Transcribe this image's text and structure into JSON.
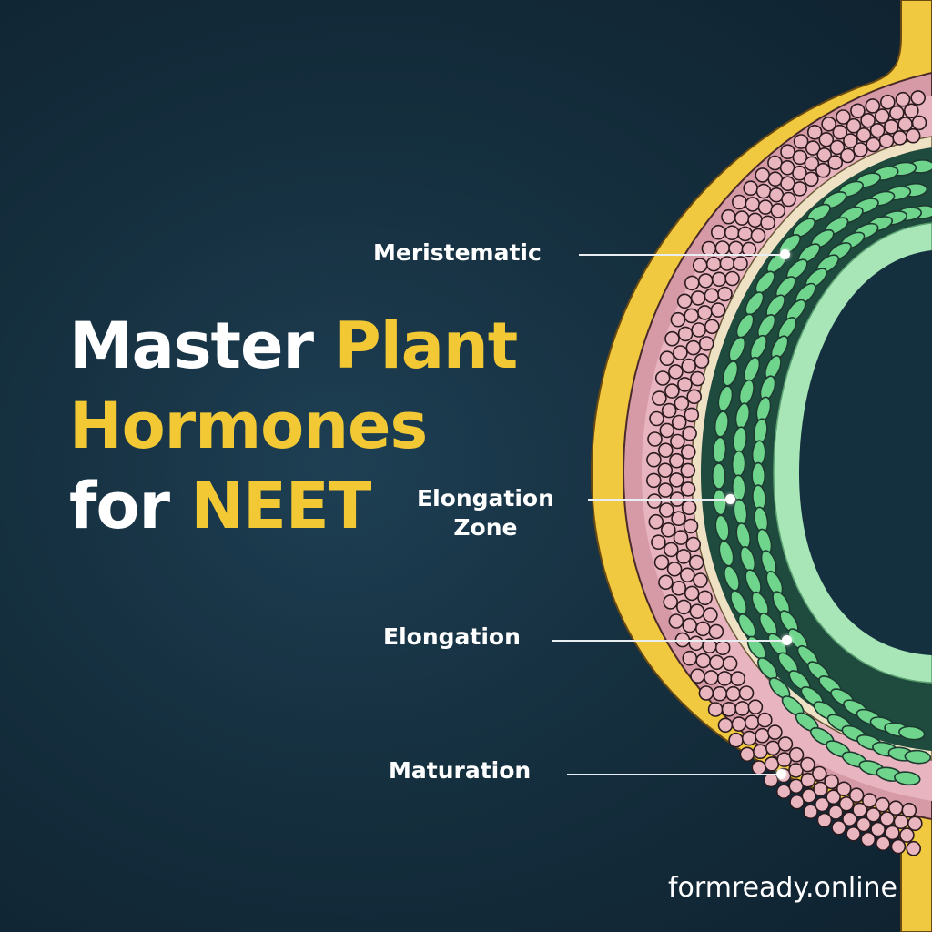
{
  "headline": {
    "line1_plain": "Master ",
    "line1_highlight": "Plant",
    "line2_highlight": "Hormones",
    "line3_plain": "for ",
    "line3_highlight": "NEET"
  },
  "diagram": {
    "subject": "root cross-section zones",
    "labels": [
      {
        "id": "meristematic",
        "text": "Meristematic"
      },
      {
        "id": "elongation-zone",
        "text": "Elongation Zone",
        "line1": "Elongation",
        "line2": "Zone"
      },
      {
        "id": "elongation",
        "text": "Elongation"
      },
      {
        "id": "maturation",
        "text": "Maturation"
      }
    ],
    "colors": {
      "background": "#15303f",
      "outer_layer": "#f0c940",
      "cortex_cells": "#dba5b0",
      "vascular_cells": "#6fd48c",
      "inner_ring": "#a8e6b8",
      "highlight_text": "#f2c935"
    }
  },
  "footer": {
    "site": "formready.online"
  }
}
